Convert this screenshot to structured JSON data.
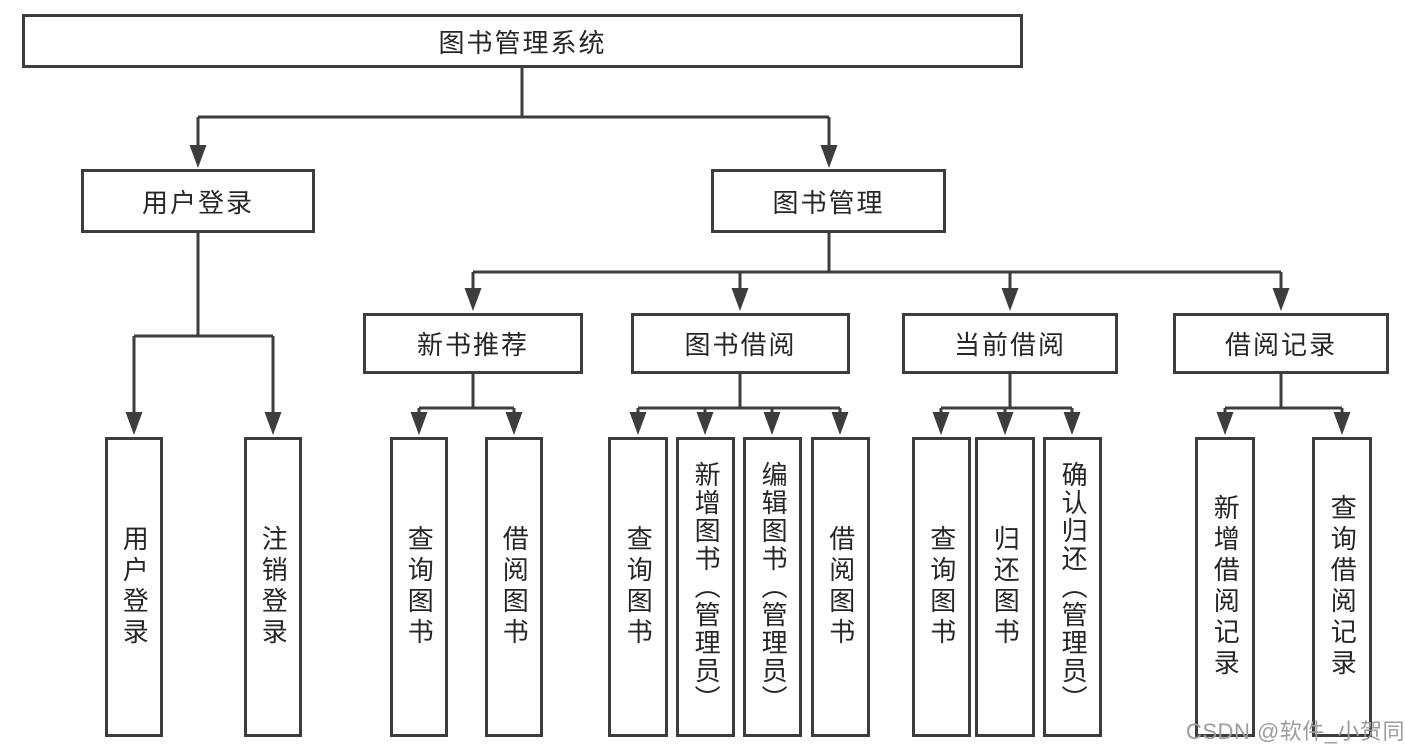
{
  "title": {
    "label": "图书管理系统"
  },
  "level2": [
    {
      "label": "用户登录"
    },
    {
      "label": "图书管理"
    }
  ],
  "level3": [
    {
      "label": "新书推荐"
    },
    {
      "label": "图书借阅"
    },
    {
      "label": "当前借阅"
    },
    {
      "label": "借阅记录"
    }
  ],
  "leaves": [
    {
      "label": "用户登录"
    },
    {
      "label": "注销登录"
    },
    {
      "label": "查询图书"
    },
    {
      "label": "借阅图书"
    },
    {
      "label": "查询图书"
    },
    {
      "label": "新增图书（管理员）"
    },
    {
      "label": "编辑图书（管理员）"
    },
    {
      "label": "借阅图书"
    },
    {
      "label": "查询图书"
    },
    {
      "label": "归还图书"
    },
    {
      "label": "确认归还（管理员）"
    },
    {
      "label": "新增借阅记录"
    },
    {
      "label": "查询借阅记录"
    }
  ],
  "watermark": {
    "label": "CSDN @软件_小贺同学"
  },
  "colors": {
    "line": "#3d3d3d",
    "text": "#262626",
    "watermark": "#9c9c9c",
    "background": "#ffffff"
  }
}
